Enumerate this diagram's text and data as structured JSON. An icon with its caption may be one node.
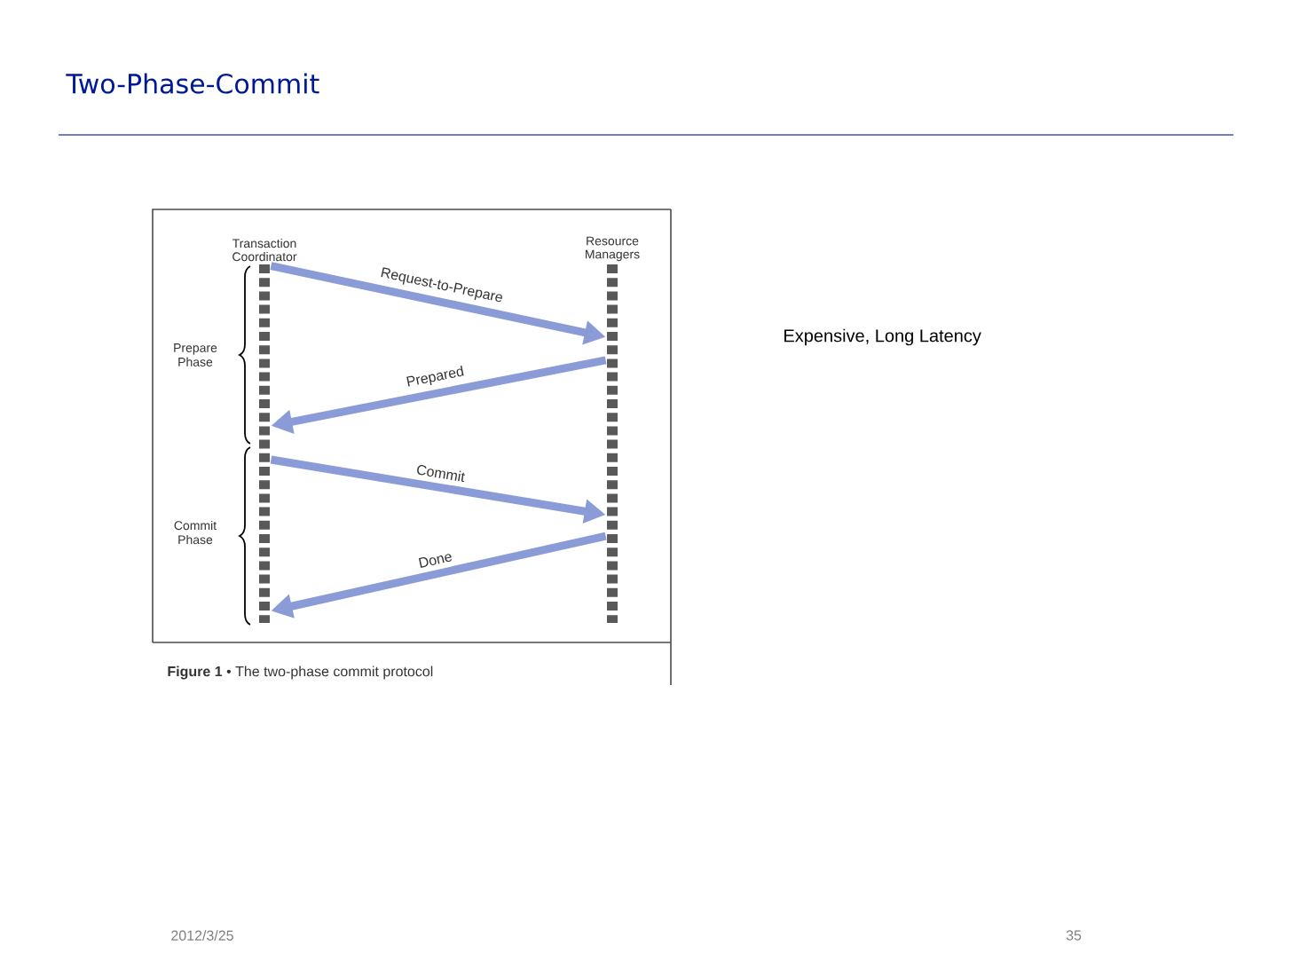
{
  "diagram": {
    "title": "Two-Phase-Commit",
    "nodes": [
      {
        "text": [
          "Transaction Coordinator"
        ]
      },
      {
        "text": [
          "Resource Managers"
        ]
      }
    ],
    "edges": [
      {
        "from": 0,
        "to": 1,
        "arrow": "to",
        "label": "Request-to-Prepare"
      },
      {
        "from": 1,
        "to": 0,
        "arrow": "to",
        "label": "Prepared"
      },
      {
        "from": 0,
        "to": 1,
        "arrow": "to",
        "label": "Commit"
      },
      {
        "from": 1,
        "to": 0,
        "arrow": "to",
        "label": "Done"
      }
    ],
    "labels": [
      "Prepare Phase",
      "Commit Phase",
      "**Figure 1** • The two-phase commit protocol",
      "Expensive, Long Latency",
      "2012/3/25",
      "35"
    ]
  }
}
